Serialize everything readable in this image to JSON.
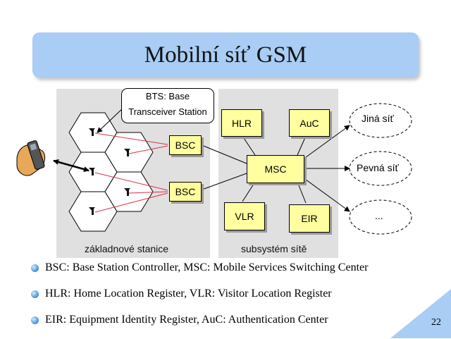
{
  "slide": {
    "title": "Mobilní síť GSM",
    "page_number": "22"
  },
  "panels": {
    "left_label": "základnové stanice",
    "right_label": "subsystém sítě"
  },
  "callout": {
    "line1": "BTS: Base",
    "line2": "Transceiver Station"
  },
  "nodes": {
    "bsc_top": "BSC",
    "bsc_bottom": "BSC",
    "hlr": "HLR",
    "auc": "AuC",
    "msc": "MSC",
    "vlr": "VLR",
    "eir": "EIR"
  },
  "clouds": {
    "other_network": "Jiná síť",
    "fixed_network": "Pevná síť",
    "more": "..."
  },
  "bullets": [
    "BSC: Base Station Controller, MSC: Mobile Services Switching Center",
    "HLR: Home Location Register, VLR: Visitor Location Register",
    "EIR: Equipment Identity Register, AuC: Authentication Center"
  ],
  "colors": {
    "title_bg": "#a9cdf4",
    "node_fill": "#ffffa0",
    "panel_bg": "#e0e0e0",
    "bts_link": "#e0304a"
  }
}
